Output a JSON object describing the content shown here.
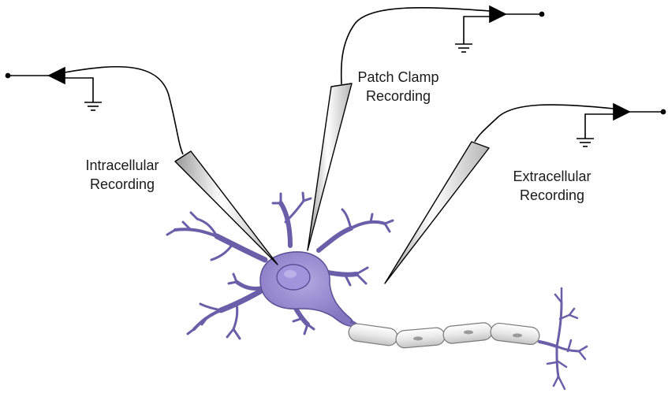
{
  "labels": {
    "intracellular": [
      "Intracellular",
      "Recording"
    ],
    "patch_clamp": [
      "Patch Clamp",
      "Recording"
    ],
    "extracellular": [
      "Extracellular",
      "Recording"
    ]
  },
  "colors": {
    "neuron_fill": "#8b7fc4",
    "neuron_stroke": "#5b4f95",
    "nucleus_fill": "#9d8fd6",
    "myelin_fill": "#e6e6e6",
    "myelin_stroke": "#8a8a8a",
    "ink": "#000000"
  }
}
